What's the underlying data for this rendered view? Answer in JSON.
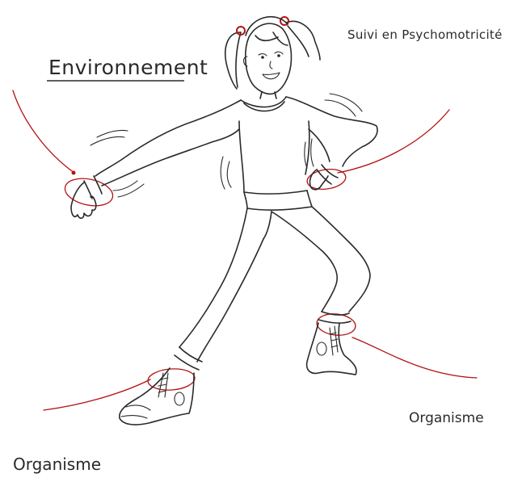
{
  "labels": {
    "environment": "Environnement",
    "title": "Suivi en Psychomotricité",
    "organism_right": "Organisme",
    "organism_left": "Organisme"
  },
  "colors": {
    "ink": "#2a2a2a",
    "thread": "#b31212",
    "background": "#ffffff"
  }
}
